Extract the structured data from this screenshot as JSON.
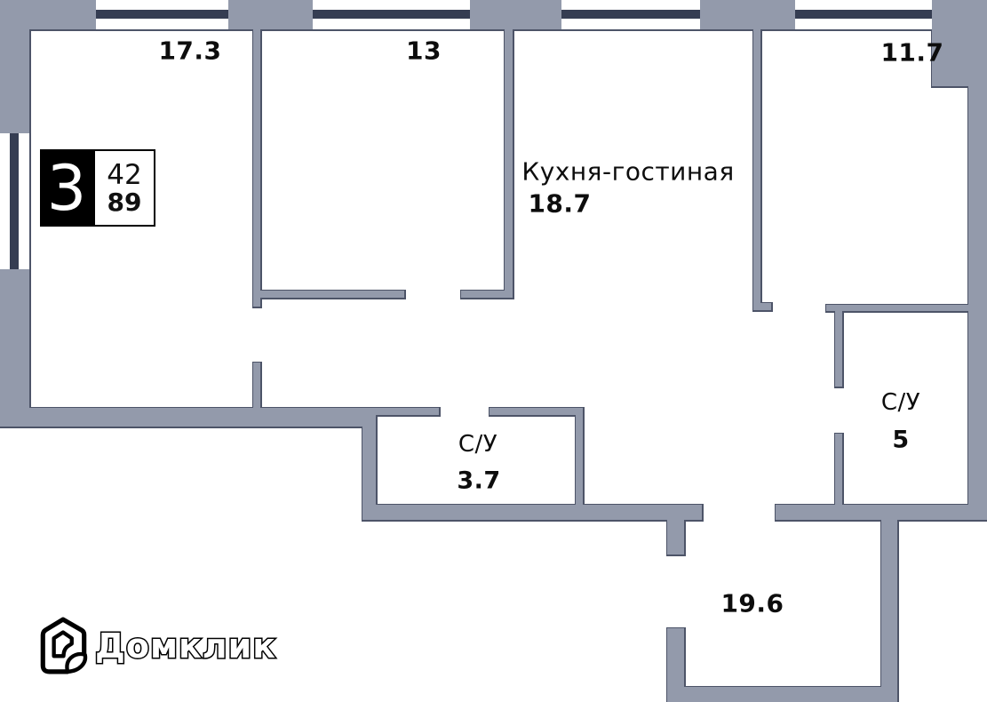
{
  "badge": {
    "number": "3",
    "value_top": "42",
    "value_bottom": "89"
  },
  "rooms": {
    "room1_area": "17.3",
    "room2_area": "13",
    "kitchen_name": "Кухня-гостиная",
    "kitchen_area": "18.7",
    "room3_area": "11.7",
    "bath1_name": "С/У",
    "bath1_area": "3.7",
    "bath2_name": "С/У",
    "bath2_area": "5",
    "hall_area": "19.6"
  },
  "logo": {
    "text": "Домклик"
  },
  "colors": {
    "wall_fill": "#939aab",
    "wall_outline": "#4d5468",
    "window_glass": "#353d52"
  }
}
